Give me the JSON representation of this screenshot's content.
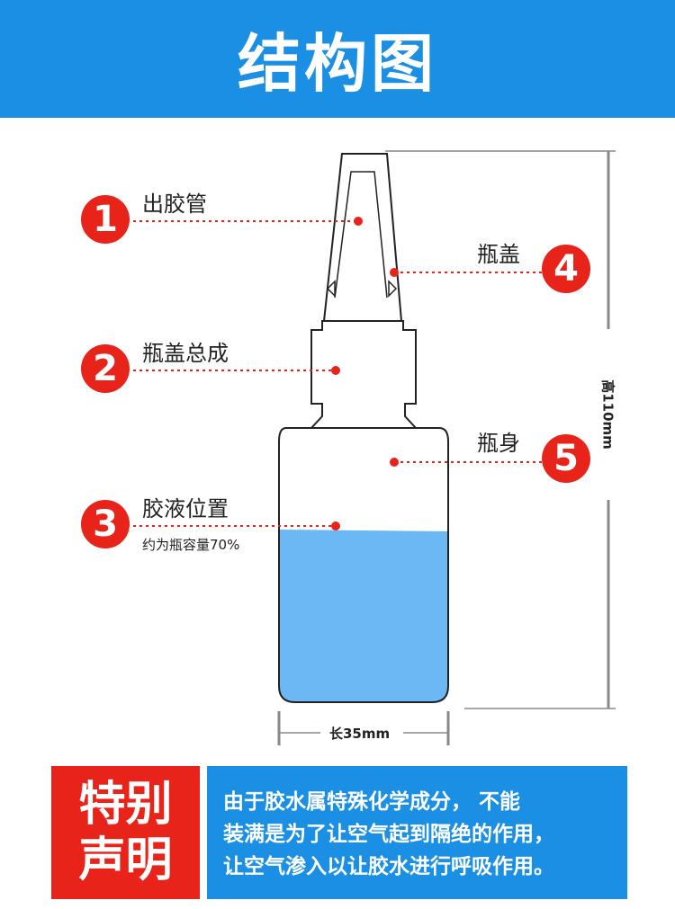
{
  "header": {
    "title": "结构图"
  },
  "callouts": [
    {
      "number": "1",
      "label": "出胶管"
    },
    {
      "number": "2",
      "label": "瓶盖总成"
    },
    {
      "number": "3",
      "label": "胶液位置",
      "sublabel": "约为瓶容量70%"
    },
    {
      "number": "4",
      "label": "瓶盖"
    },
    {
      "number": "5",
      "label": "瓶身"
    }
  ],
  "dimensions": {
    "height": "高110mm",
    "width": "长35mm"
  },
  "notice": {
    "title_line1": "特别",
    "title_line2": "声明",
    "text": "由于胶水属特殊化学成分， 不能\n装满是为了让空气起到隔绝的作用，\n让空气渗入以让胶水进行呼吸作用。"
  },
  "colors": {
    "header_blue": "#1a8fe3",
    "badge_red": "#e8231a",
    "liquid_blue": "#6bb8f5"
  }
}
